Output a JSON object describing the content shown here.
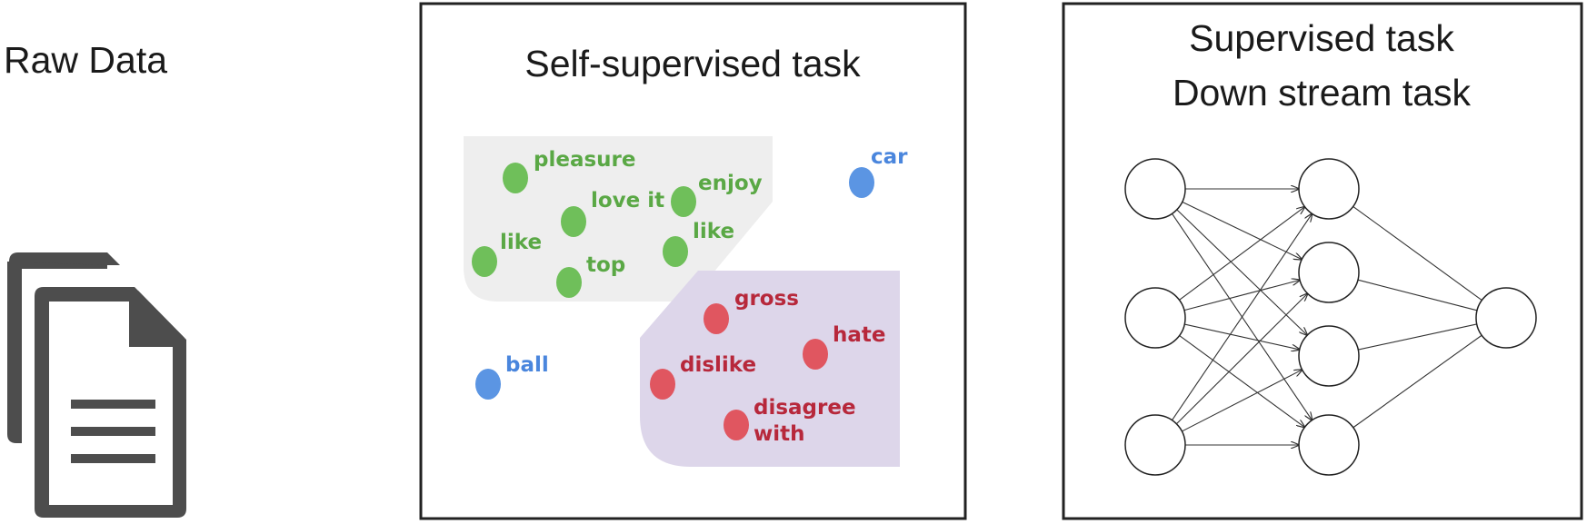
{
  "raw_data": {
    "label": "Raw Data",
    "icon": "documents-icon"
  },
  "self_supervised": {
    "title": "Self-supervised task",
    "positive_cluster_color": "#eeeeee",
    "negative_cluster_color": "#ddd6ea",
    "words": [
      {
        "text": "pleasure",
        "sentiment": "positive",
        "color": "#6fbf5a"
      },
      {
        "text": "love it",
        "sentiment": "positive",
        "color": "#6fbf5a"
      },
      {
        "text": "enjoy",
        "sentiment": "positive",
        "color": "#6fbf5a"
      },
      {
        "text": "like",
        "sentiment": "positive",
        "color": "#6fbf5a"
      },
      {
        "text": "like",
        "sentiment": "positive",
        "color": "#6fbf5a"
      },
      {
        "text": "top",
        "sentiment": "positive",
        "color": "#6fbf5a"
      },
      {
        "text": "gross",
        "sentiment": "negative",
        "color": "#e05660"
      },
      {
        "text": "hate",
        "sentiment": "negative",
        "color": "#e05660"
      },
      {
        "text": "dislike",
        "sentiment": "negative",
        "color": "#e05660"
      },
      {
        "text": "disagree",
        "sentiment": "negative",
        "color": "#e05660"
      },
      {
        "text": "with",
        "sentiment": "negative",
        "color": "#e05660"
      },
      {
        "text": "car",
        "sentiment": "neutral",
        "color": "#5b95e3"
      },
      {
        "text": "ball",
        "sentiment": "neutral",
        "color": "#5b95e3"
      }
    ]
  },
  "supervised": {
    "title_line1": "Supervised task",
    "title_line2": "Down stream task",
    "network": {
      "layers": [
        3,
        4,
        1
      ]
    }
  }
}
